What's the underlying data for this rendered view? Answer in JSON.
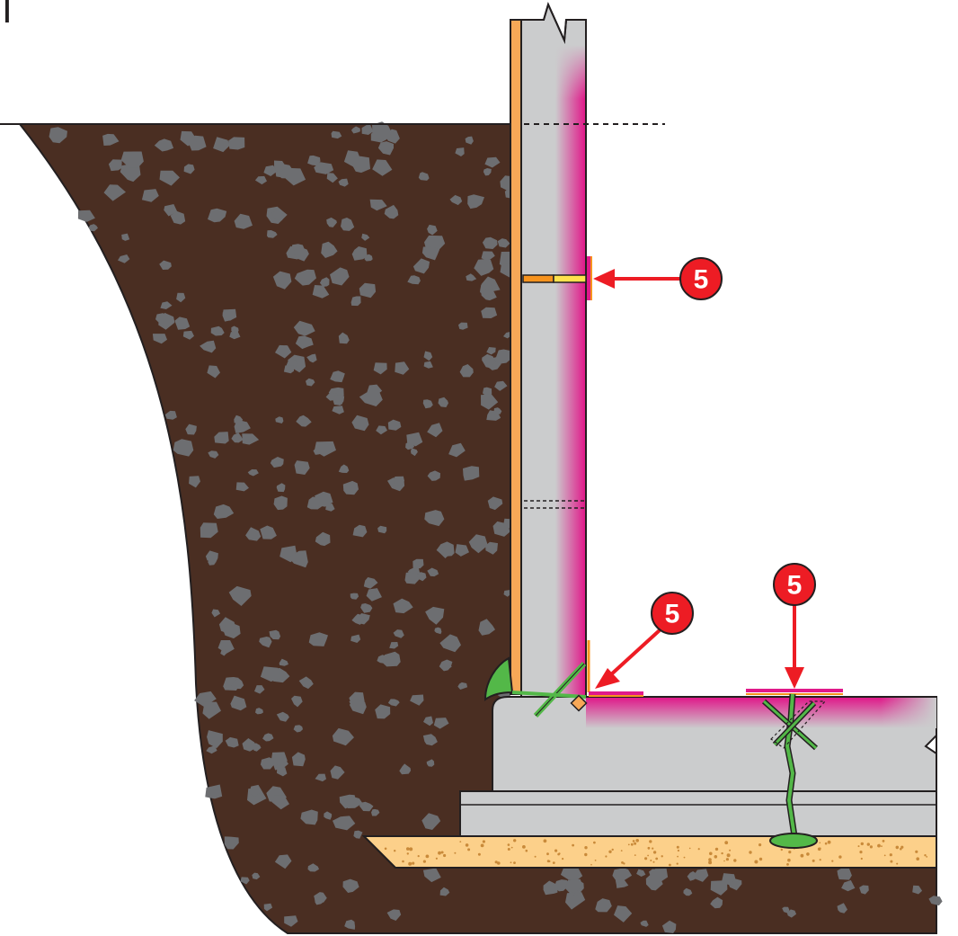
{
  "figure": {
    "corner_label": "Г",
    "callouts": [
      {
        "id": "wall-joint",
        "label": "5"
      },
      {
        "id": "corner-joint",
        "label": "5"
      },
      {
        "id": "slab-joint",
        "label": "5"
      }
    ],
    "colors": {
      "soil": "#4a2e22",
      "stone": "#6d6e71",
      "concrete": "#cbcccd",
      "membrane": "#e0198a",
      "insulation_board": "#f7a857",
      "sand": "#fcd08a",
      "sealant": "#53b848",
      "callout": "#ed1c24",
      "outline": "#231f20"
    }
  }
}
